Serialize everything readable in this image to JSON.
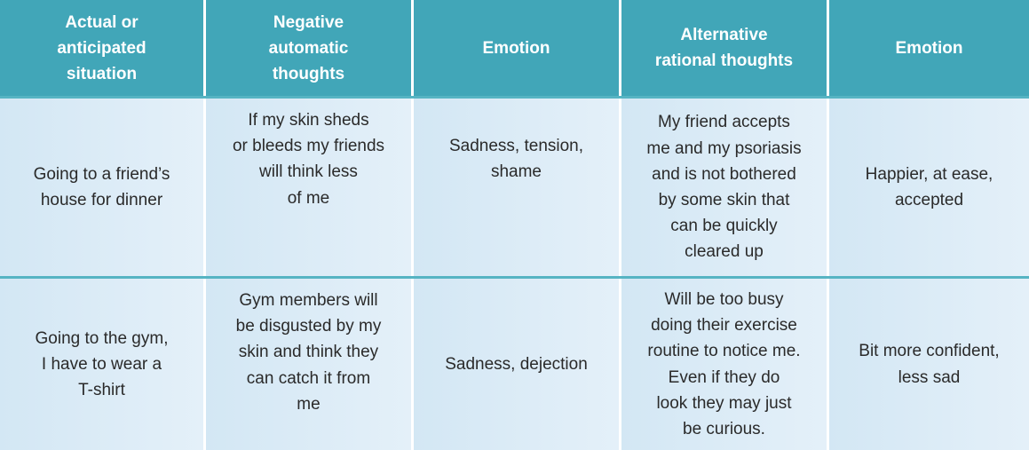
{
  "header": [
    "Actual or\nanticipated\nsituation",
    "Negative\nautomatic\nthoughts",
    "Emotion",
    "Alternative\nrational thoughts",
    "Emotion"
  ],
  "rows": [
    [
      "Going to a friend’s\nhouse for dinner",
      "If my skin sheds\nor bleeds my friends\nwill think less\nof me",
      "Sadness, tension,\nshame",
      "My friend accepts\nme and my psoriasis\nand is not bothered\nby some skin that\ncan be quickly\ncleared up",
      "Happier, at ease,\naccepted"
    ],
    [
      "Going to the gym,\nI have to wear a\nT-shirt",
      "Gym members will\nbe disgusted by my\nskin and think they\ncan catch it from\nme",
      "Sadness, dejection",
      "Will be too busy\ndoing their exercise\nroutine to notice me.\nEven if they do\nlook they may just\nbe curious.",
      "Bit more confident,\nless sad"
    ]
  ],
  "colors": {
    "header_bg": "#41a6b8",
    "header_text": "#ffffff",
    "cell_bg": "#d9eaf6",
    "row_separator": "#56b4c3"
  }
}
